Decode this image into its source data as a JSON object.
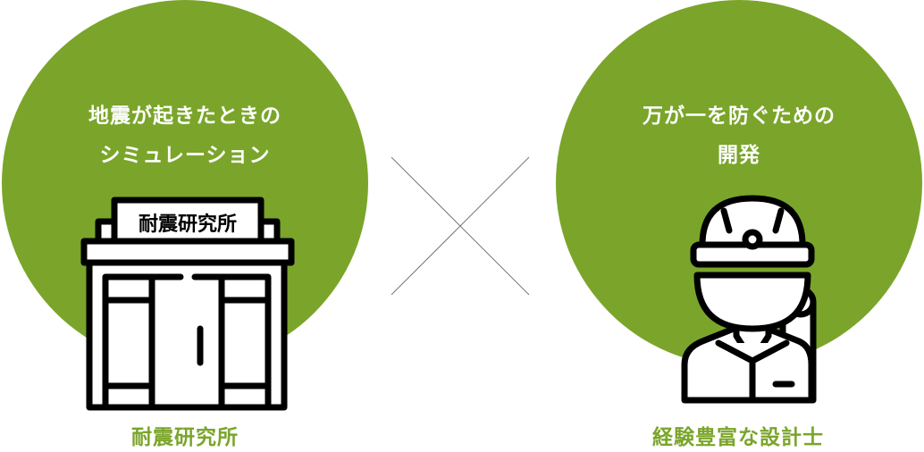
{
  "left": {
    "circle_title_line1": "地震が起きたときの",
    "circle_title_line2": "シミュレーション",
    "sign_text": "耐震研究所",
    "caption": "耐震研究所",
    "icon": "building-icon"
  },
  "right": {
    "circle_title_line1": "万が一を防ぐための",
    "circle_title_line2": "開発",
    "caption": "経験豊富な設計士",
    "icon": "engineer-icon"
  },
  "connector": {
    "icon": "cross-icon"
  },
  "colors": {
    "accent": "#7aa52a",
    "outline": "#000000",
    "cross": "#777777"
  }
}
